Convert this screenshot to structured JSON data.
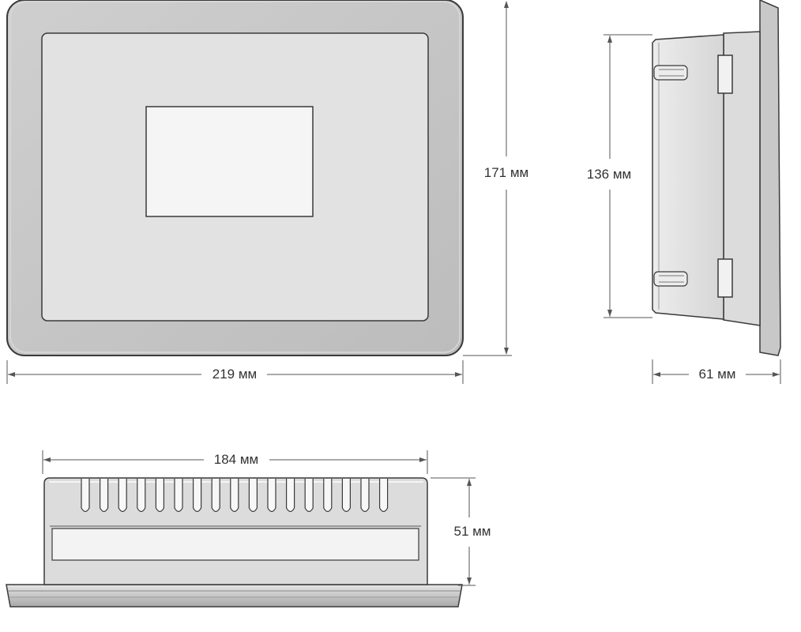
{
  "dimensions": {
    "front_width": "219 мм",
    "front_height": "171 мм",
    "side_height": "136 мм",
    "side_depth": "61 мм",
    "top_width": "184 мм",
    "top_depth": "51 мм"
  },
  "colors": {
    "bezel": "#c8c8c8",
    "bezel_edge": "#b4b4b4",
    "panel": "#e2e2e3",
    "screen": "#f5f5f5",
    "outline": "#3a3a3a",
    "dimension_line": "#555555",
    "label_text": "#333333"
  }
}
